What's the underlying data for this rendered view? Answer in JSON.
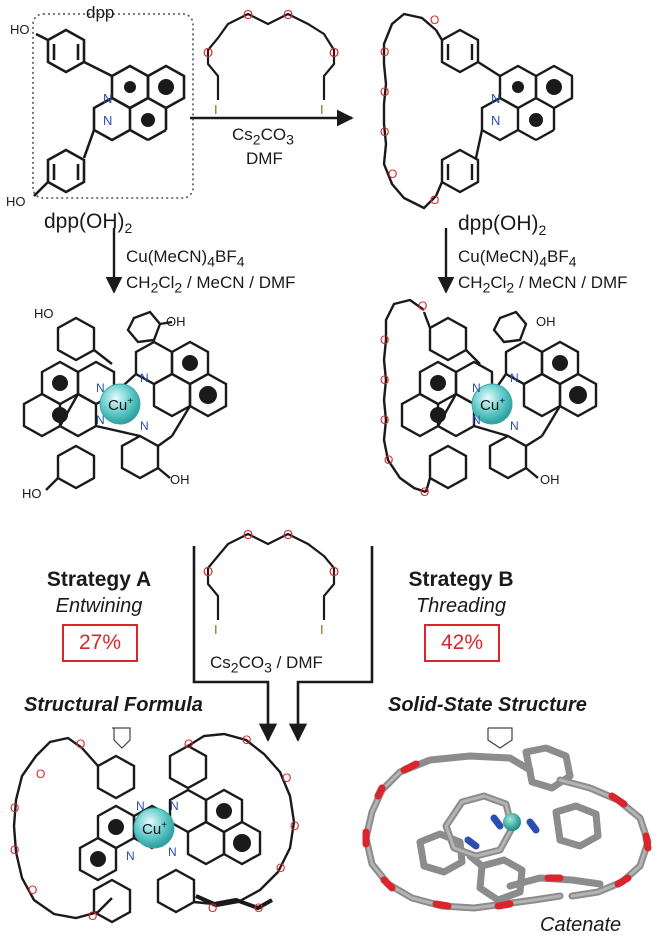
{
  "labels": {
    "dpp_box": "dpp",
    "start_compound": "dpp(OH)",
    "start_compound_sub": "2",
    "ho": "HO",
    "oh": "OH",
    "n": "N",
    "o": "O",
    "i": "I",
    "cu": "Cu",
    "cu_sup": "+"
  },
  "reagents": {
    "step1_base": "Cs",
    "step1_base_sub": "2",
    "step1_base_rest": "CO",
    "step1_base_sub2": "3",
    "step1_solvent": "DMF",
    "step2_cu": "Cu(MeCN)",
    "step2_cu_sub": "4",
    "step2_cu_rest": "BF",
    "step2_cu_sub2": "4",
    "step2_solvent": "CH",
    "step2_solvent_sub": "2",
    "step2_solvent_rest": "Cl",
    "step2_solvent_sub2": "2",
    "step2_solvent_tail": " / MeCN / DMF",
    "step3_reagent": "dpp(OH)",
    "step3_reagent_sub": "2",
    "final_conditions": "Cs",
    "final_conditions_sub": "2",
    "final_conditions_rest": "CO",
    "final_conditions_sub2": "3",
    "final_conditions_tail": " / DMF"
  },
  "strategies": [
    {
      "name": "Strategy A",
      "mode": "Entwining",
      "yield": "27%"
    },
    {
      "name": "Strategy B",
      "mode": "Threading",
      "yield": "42%"
    }
  ],
  "panels": {
    "left_heading": "Structural Formula",
    "right_heading": "Solid-State Structure",
    "product": "Catenate"
  },
  "colors": {
    "oxygen": "#d9262c",
    "nitrogen": "#2b4fb0",
    "copper": "#5ec9c9",
    "bond": "#1a1a1a",
    "yield_box": "#d9262c",
    "stick": "#8c8c8c"
  }
}
